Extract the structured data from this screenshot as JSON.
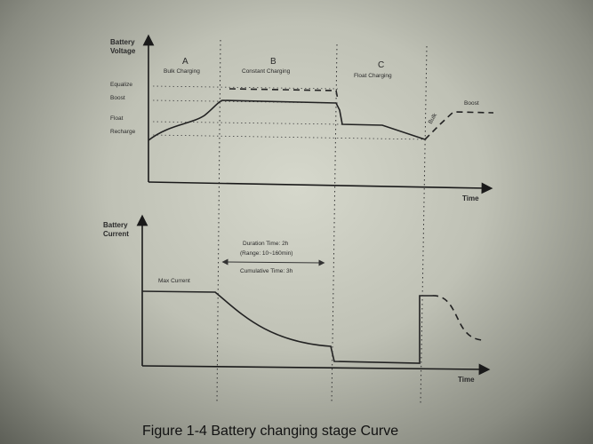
{
  "voltage_chart": {
    "y_axis_label_line1": "Battery",
    "y_axis_label_line2": "Voltage",
    "x_axis_label": "Time",
    "levels": {
      "equalize": "Equalize",
      "boost": "Boost",
      "float": "Float",
      "recharge": "Recharge"
    },
    "stages": [
      {
        "letter": "A",
        "name": "Bulk Charging"
      },
      {
        "letter": "B",
        "name": "Constant Charging"
      },
      {
        "letter": "C",
        "name": "Float Charging"
      }
    ],
    "bulk_label": "Bulk",
    "boost_label": "Boost"
  },
  "current_chart": {
    "y_axis_label_line1": "Battery",
    "y_axis_label_line2": "Current",
    "x_axis_label": "Time",
    "max_current_label": "Max Current",
    "duration_time": "Duration Time: 2h",
    "duration_range": "(Range: 10~160min)",
    "cumulative_time": "Cumulative Time: 3h"
  },
  "caption": "Figure 1-4 Battery changing stage Curve"
}
